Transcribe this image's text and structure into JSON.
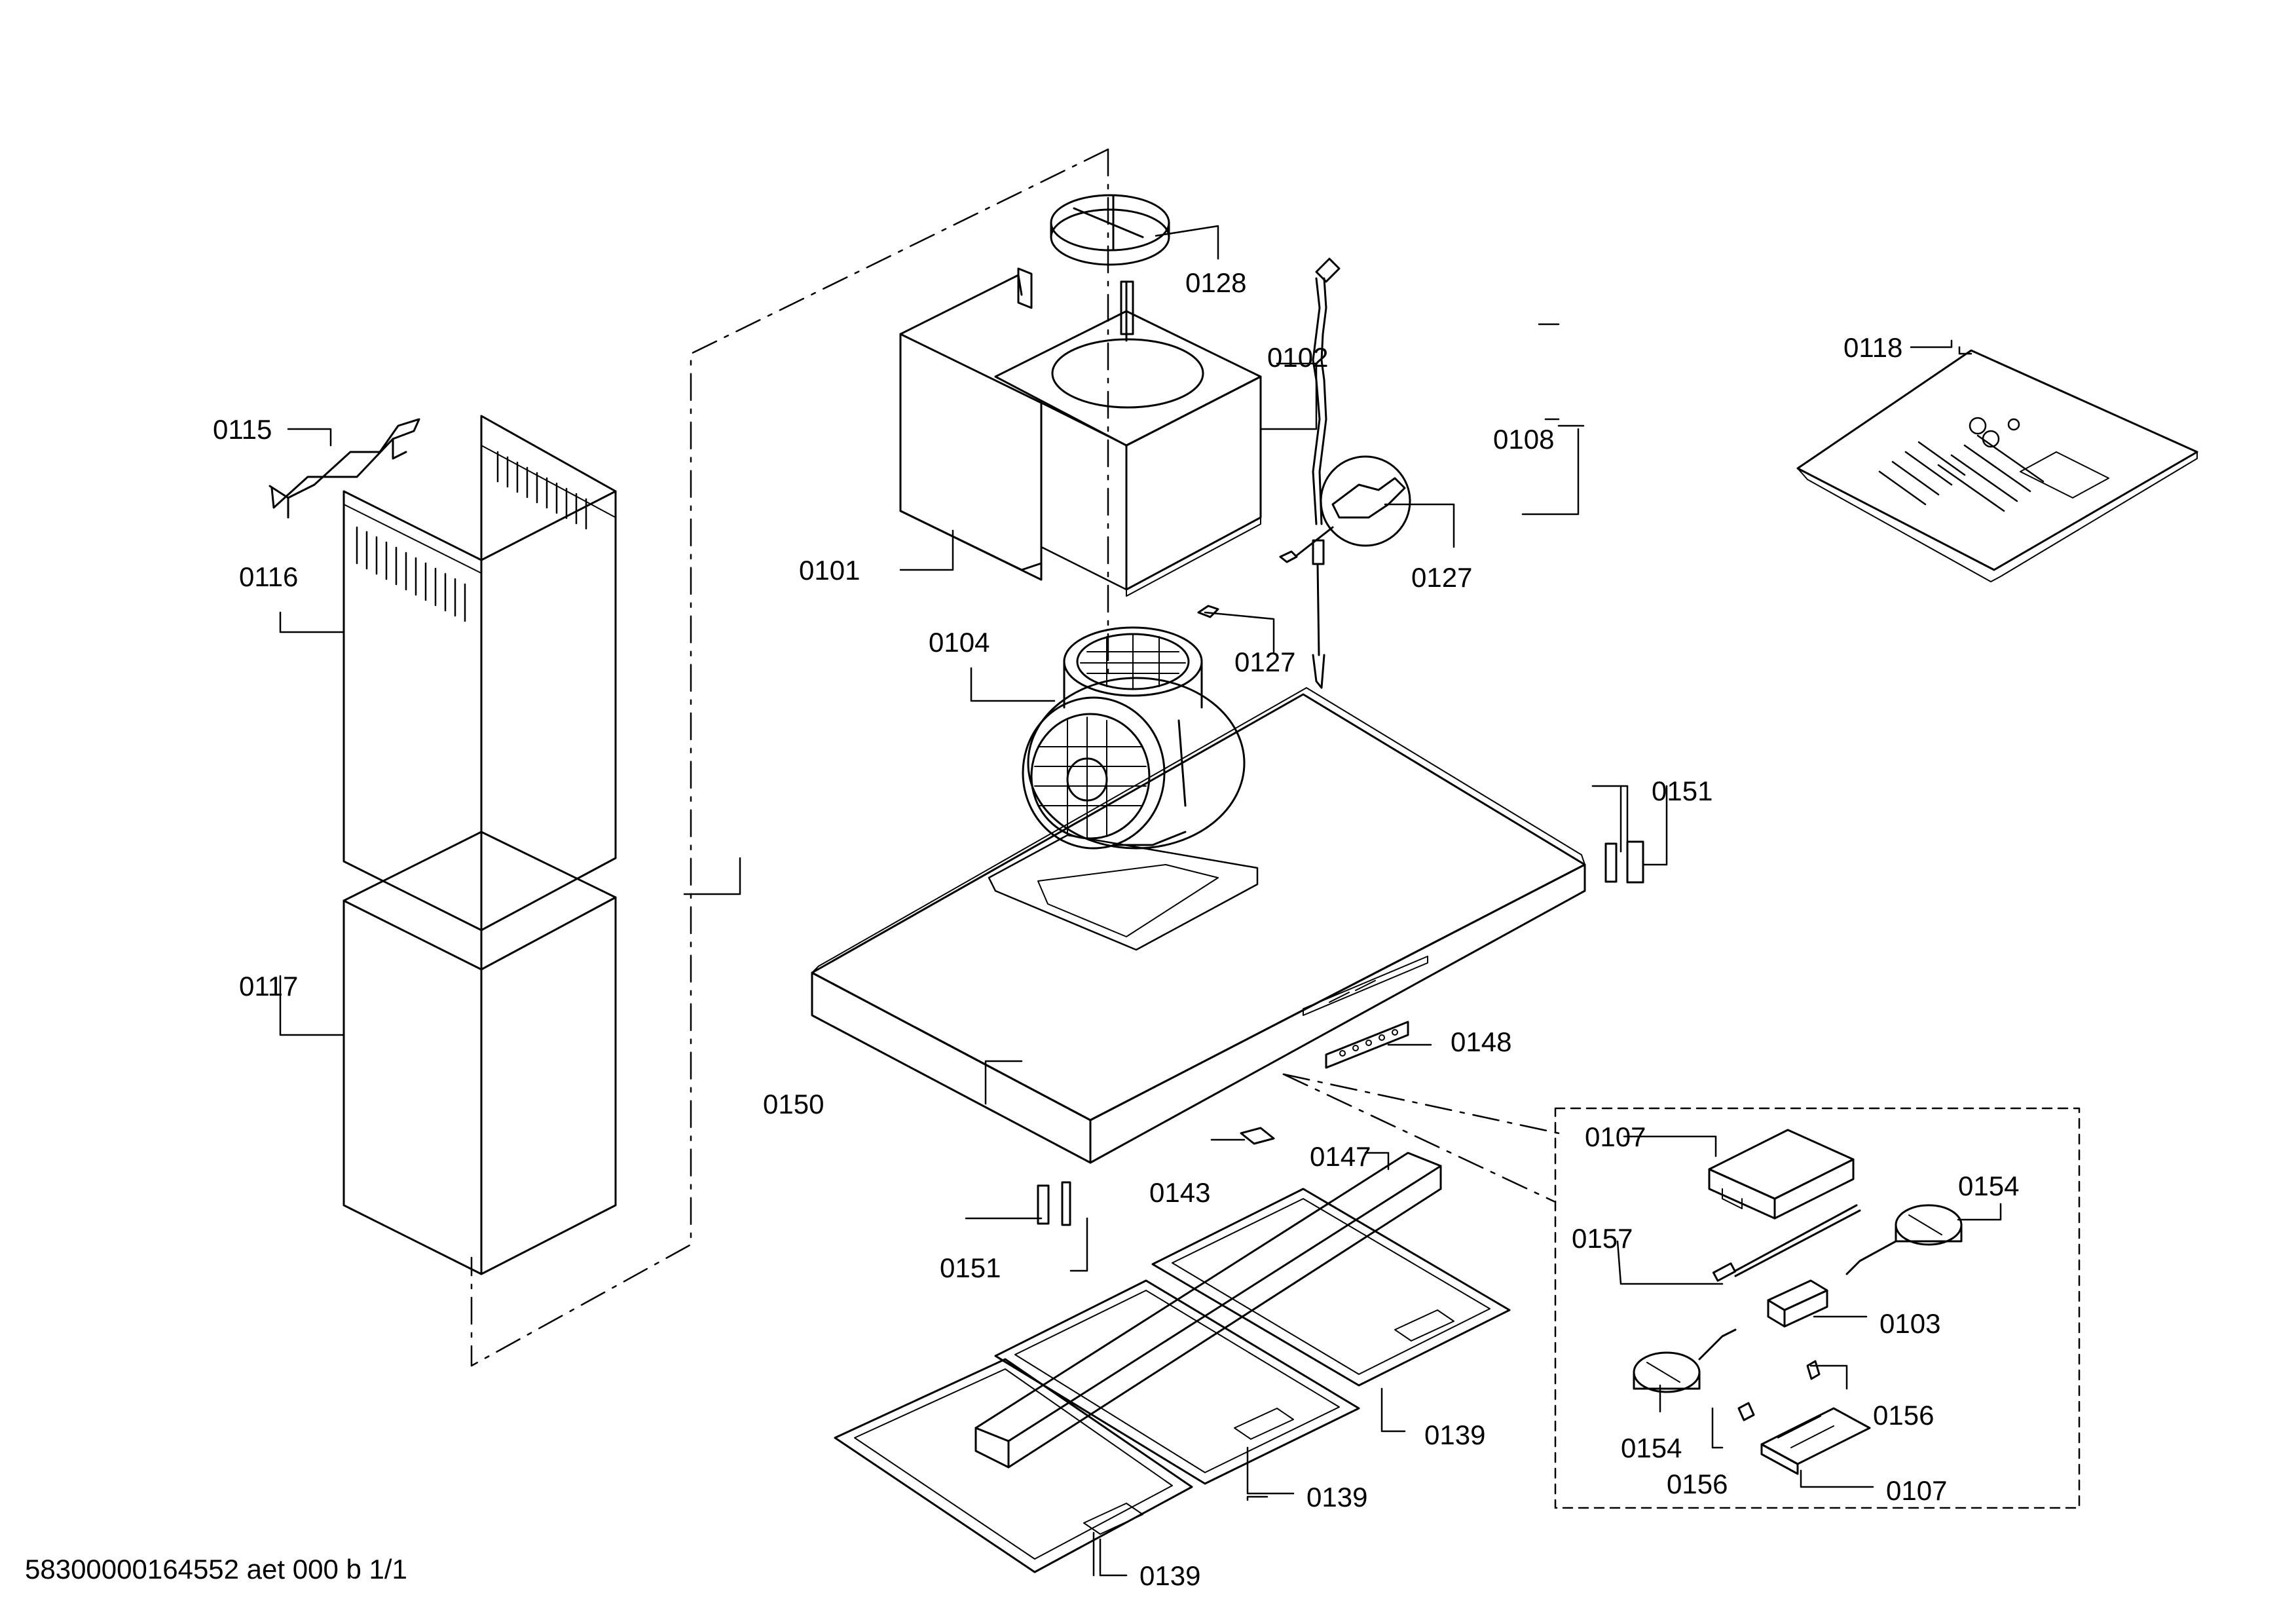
{
  "labels": {
    "l0115": "0115",
    "l0116": "0116",
    "l0117": "0117",
    "l0128": "0128",
    "l0102": "0102",
    "l0101": "0101",
    "l0127a": "0127",
    "l0127b": "0127",
    "l0104": "0104",
    "l0108": "0108",
    "l0118": "0118",
    "l0151a": "0151",
    "l0151b": "0151",
    "l0148": "0148",
    "l0150": "0150",
    "l0143": "0143",
    "l0147": "0147",
    "l0107a": "0107",
    "l0107b": "0107",
    "l0154a": "0154",
    "l0154b": "0154",
    "l0157": "0157",
    "l0103": "0103",
    "l0156a": "0156",
    "l0156b": "0156",
    "l0139a": "0139",
    "l0139b": "0139",
    "l0139c": "0139"
  },
  "footer": "58300000164552 aet 000 b 1/1"
}
